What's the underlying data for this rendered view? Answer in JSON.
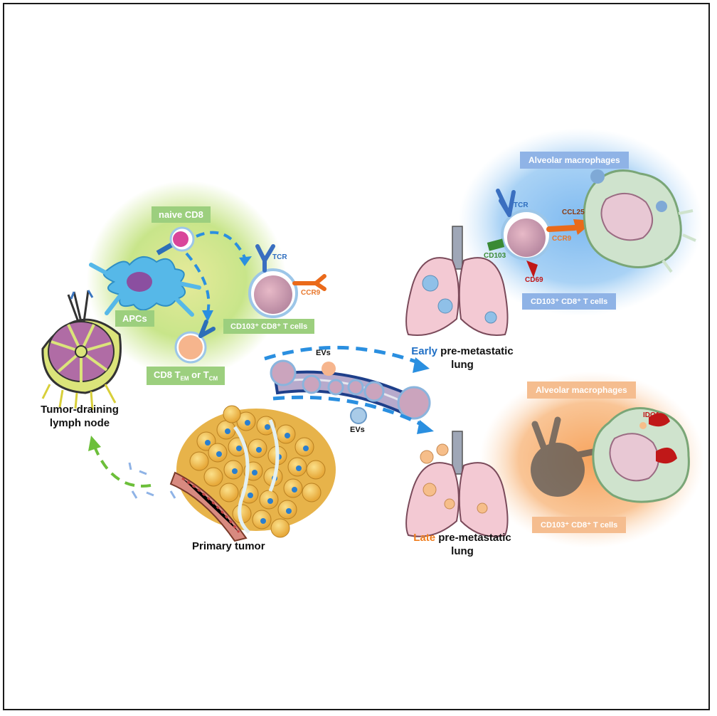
{
  "labels": {
    "naive_cd8": "naive CD8",
    "apcs": "APCs",
    "cd8_tem_tcm": "CD8 T",
    "cd8_sub_em": "EM",
    "cd8_or": " or T",
    "cd8_sub_cm": "CM",
    "tcr_left": "TCR",
    "ccr9_left": "CCR9",
    "cd103_box_left": "CD103⁺ CD8⁺ T cells",
    "tumor_lymph_line1": "Tumor-draining",
    "tumor_lymph_line2": "lymph node",
    "primary_tumor": "Primary tumor",
    "evs_top": "EVs",
    "evs_bottom": "EVs",
    "alveolar_top": "Alveolar macrophages",
    "tcr_right": "TCR",
    "ccl25": "CCL25",
    "ccr9_right": "CCR9",
    "cd103": "CD103",
    "cd69": "CD69",
    "cd103_box_right": "CD103⁺ CD8⁺ T cells",
    "early_word": "Early",
    "early_rest": " pre-metastatic",
    "early_lung": "lung",
    "alveolar_bottom": "Alveolar macrophages",
    "ido1": "IDO1",
    "cd103_box_late": "CD103⁺ CD8⁺ T cells",
    "late_word": "Late",
    "late_rest": " pre-metastatic",
    "late_lung": "lung"
  },
  "colors": {
    "early_blue": "#1f6fc5",
    "late_orange": "#f07d1e",
    "arrow_blue": "#2a8fe0",
    "arrow_green": "#6cbf3a"
  }
}
